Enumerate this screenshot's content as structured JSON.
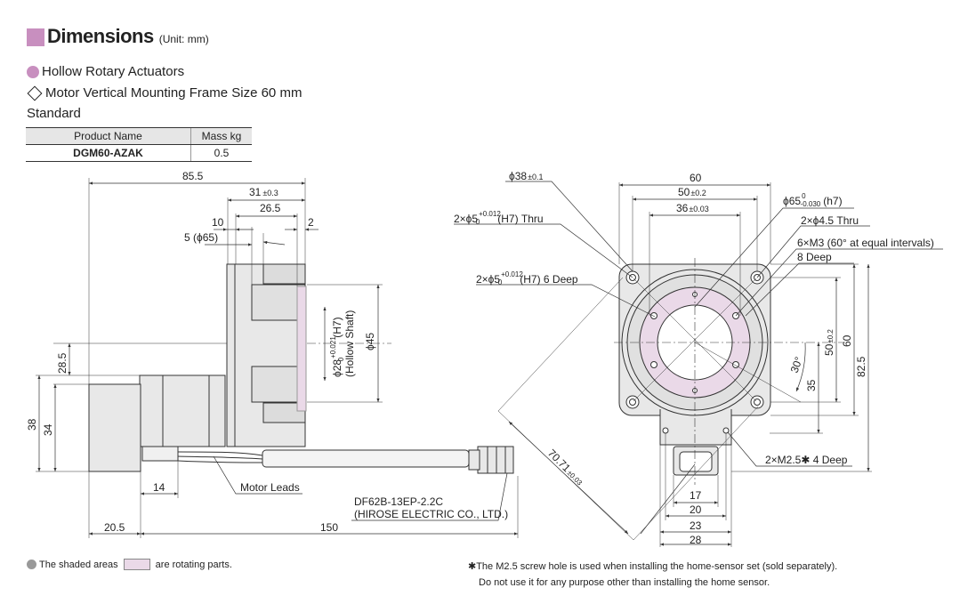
{
  "header": {
    "title": "Dimensions",
    "unit": "(Unit: mm)"
  },
  "subtitle1": "Hollow Rotary Actuators",
  "subtitle2": "Motor Vertical Mounting Frame Size 60 mm",
  "standard": "Standard",
  "spec_table": {
    "headers": [
      "Product Name",
      "Mass kg"
    ],
    "rows": [
      {
        "name": "DGM60-AZAK",
        "mass": "0.5"
      }
    ]
  },
  "side_view": {
    "d85_5": "85.5",
    "d31": "31",
    "d31_tol": "±0.3",
    "d26_5": "26.5",
    "d10": "10",
    "d2": "2",
    "d5": "5 (ϕ65)",
    "phi28_a": "ϕ28",
    "phi28_tol_up": "+0.021",
    "phi28_tol_lo": "0",
    "phi28_b": "(H7)",
    "hollow": "(Hollow Shaft)",
    "phi45": "ϕ45",
    "d28_5": "28.5",
    "d38": "38",
    "d34": "34",
    "d14": "14",
    "d20_5": "20.5",
    "d150": "150",
    "motor_leads": "Motor Leads",
    "connector_1": "DF62B-13EP-2.2C",
    "connector_2": "(HIROSE ELECTRIC CO., LTD.)"
  },
  "front_view": {
    "phi38": "ϕ38",
    "phi38_tol": "±0.1",
    "hole_a": "2×ϕ5",
    "hole_a_up": "+0.012",
    "hole_a_lo": "0",
    "hole_a_end": "(H7) Thru",
    "hole_b": "2×ϕ5",
    "hole_b_up": "+0.012",
    "hole_b_lo": "0",
    "hole_b_end": "(H7) 6 Deep",
    "d60": "60",
    "d50": "50",
    "d50_tol": "±0.2",
    "d36": "36",
    "d36_tol": "±0.03",
    "phi65": "ϕ65",
    "phi65_up": "0",
    "phi65_lo": "-0.030",
    "phi65_end": "(h7)",
    "thru45": "2×ϕ4.5 Thru",
    "m3": "6×M3 (60° at equal intervals)",
    "m3_b": "8 Deep",
    "d50v": "50",
    "d50v_tol": "±0.2",
    "d60v": "60",
    "d82_5": "82.5",
    "d35": "35",
    "angle": "30°",
    "d70_71": "70.71",
    "d70_71_tol": "±0.03",
    "m25": "2×M2.5✱ 4 Deep",
    "d17": "17",
    "d20": "20",
    "d23": "23",
    "d28": "28"
  },
  "footnote_left": {
    "a": "The shaded areas",
    "b": "are rotating parts."
  },
  "footnote_right": {
    "line1": "✱The M2.5 screw hole is used when installing the home-sensor set (sold separately).",
    "line2": "Do not use it for any purpose other than installing the home sensor."
  },
  "colors": {
    "accent": "#c88fbf",
    "rotating": "#ead9e8",
    "body": "#e8e8e8",
    "line": "#333333"
  }
}
